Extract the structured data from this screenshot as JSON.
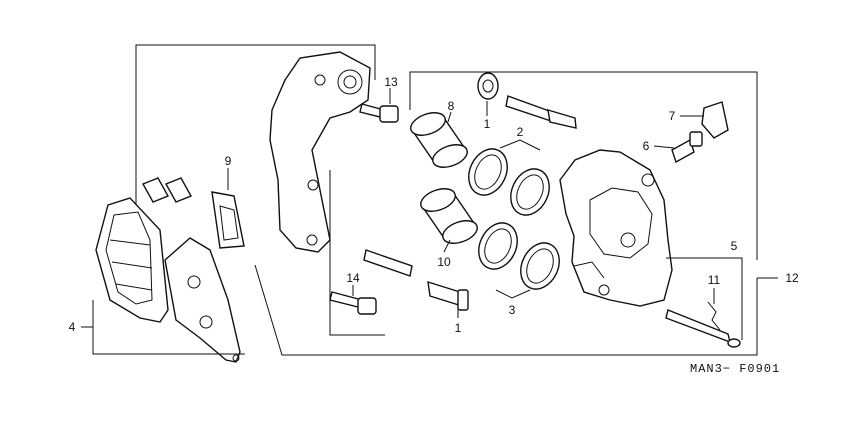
{
  "diagram": {
    "code": "MAN3− F0901",
    "callouts": {
      "c1a": "1",
      "c1b": "1",
      "c2": "2",
      "c3": "3",
      "c4": "4",
      "c5": "5",
      "c6": "6",
      "c7": "7",
      "c8": "8",
      "c9": "9",
      "c10": "10",
      "c11": "11",
      "c12": "12",
      "c13": "13",
      "c14": "14"
    }
  }
}
